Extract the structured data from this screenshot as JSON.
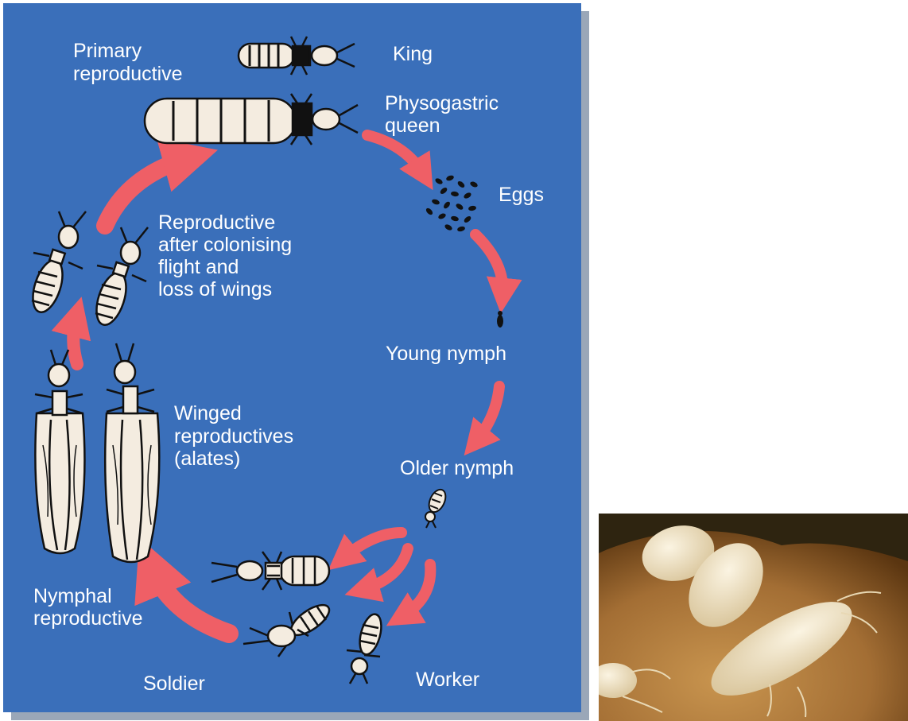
{
  "diagram": {
    "colors": {
      "panel": "#3a6fba",
      "panel_shadow": "#9aa7b8",
      "arrow": "#ef5f66",
      "insect_body": "#f4ece0",
      "insect_outline": "#111111"
    },
    "labels": {
      "primary_reproductive": [
        "Primary",
        "reproductive"
      ],
      "king": [
        "King"
      ],
      "physogastric_queen": [
        "Physogastric",
        "queen"
      ],
      "eggs": [
        "Eggs"
      ],
      "reproductive_after_flight": [
        "Reproductive",
        "after colonising",
        "flight and",
        "loss of wings"
      ],
      "young_nymph": [
        "Young nymph"
      ],
      "winged_reproductives": [
        "Winged",
        "reproductives",
        "(alates)"
      ],
      "older_nymph": [
        "Older nymph"
      ],
      "nymphal_reproductive": [
        "Nymphal",
        "reproductive"
      ],
      "soldier": [
        "Soldier"
      ],
      "worker": [
        "Worker"
      ]
    }
  },
  "photo": {
    "colors": {
      "background": "#6b4416",
      "wood": "#c08a48",
      "termite": "#efe3c6"
    }
  }
}
